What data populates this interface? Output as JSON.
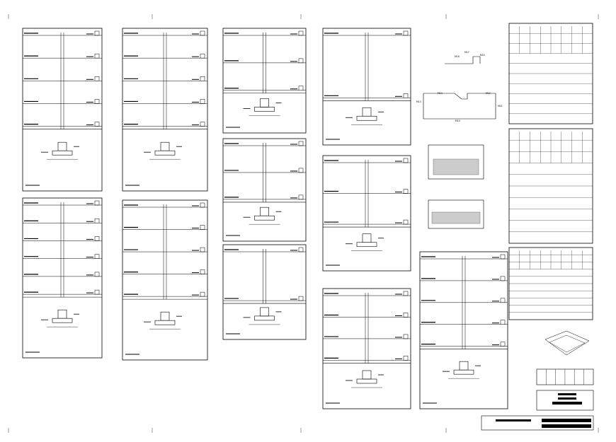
{
  "sheet": {
    "top_ticks": 5,
    "bottom_ticks": 5
  },
  "column_panels": [
    {
      "id": "p1",
      "levels": 5,
      "caption": ""
    },
    {
      "id": "p2",
      "levels": 5,
      "caption": ""
    },
    {
      "id": "p3",
      "levels": 3,
      "caption": ""
    },
    {
      "id": "p4",
      "levels": 3,
      "caption": ""
    },
    {
      "id": "p5",
      "levels": 6,
      "caption": ""
    },
    {
      "id": "p6",
      "levels": 5,
      "caption": ""
    },
    {
      "id": "p7",
      "levels": 2,
      "caption": ""
    },
    {
      "id": "p8",
      "levels": 2,
      "caption": ""
    },
    {
      "id": "p9",
      "levels": 3,
      "caption": ""
    },
    {
      "id": "p10",
      "levels": 4,
      "caption": ""
    },
    {
      "id": "p11",
      "levels": 5,
      "caption": ""
    }
  ],
  "plan_labels": {
    "a": "M16",
    "b": "M17",
    "c": "M15",
    "d": "M14",
    "e": "M12",
    "f": "M13",
    "g": "M11",
    "h": "M10"
  },
  "colors": {
    "line": "#000000",
    "hatch": "#555555",
    "title_block_fill": "#000000"
  }
}
